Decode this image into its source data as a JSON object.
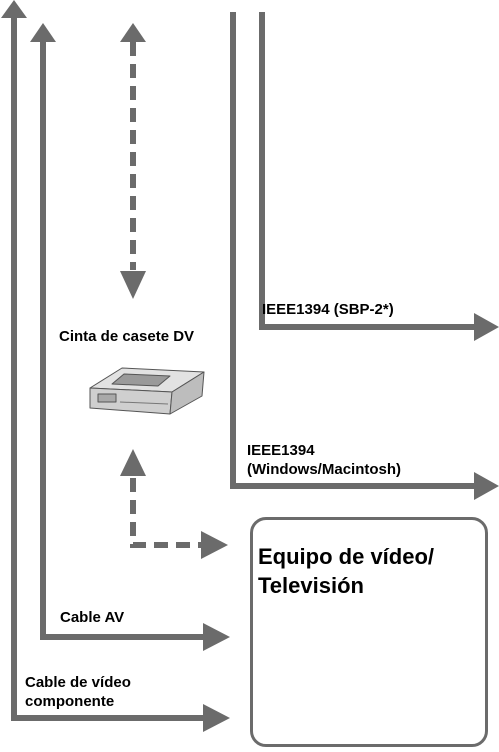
{
  "labels": {
    "ieee_sbp": "IEEE1394 (SBP-2*)",
    "cassette": "Cinta de casete DV",
    "ieee_win_line1": "IEEE1394",
    "ieee_win_line2": "(Windows/Macintosh)",
    "cable_av": "Cable AV",
    "component_line1": "Cable de vídeo",
    "component_line2": "componente"
  },
  "device_box": {
    "title_line1": "Equipo de vídeo/",
    "title_line2": "Televisión"
  },
  "colors": {
    "arrow": "#6b6b6b",
    "box_border": "#6b6b6b"
  },
  "icons": [
    "dv-cassette-icon",
    "vcr-icon",
    "television-icon"
  ]
}
